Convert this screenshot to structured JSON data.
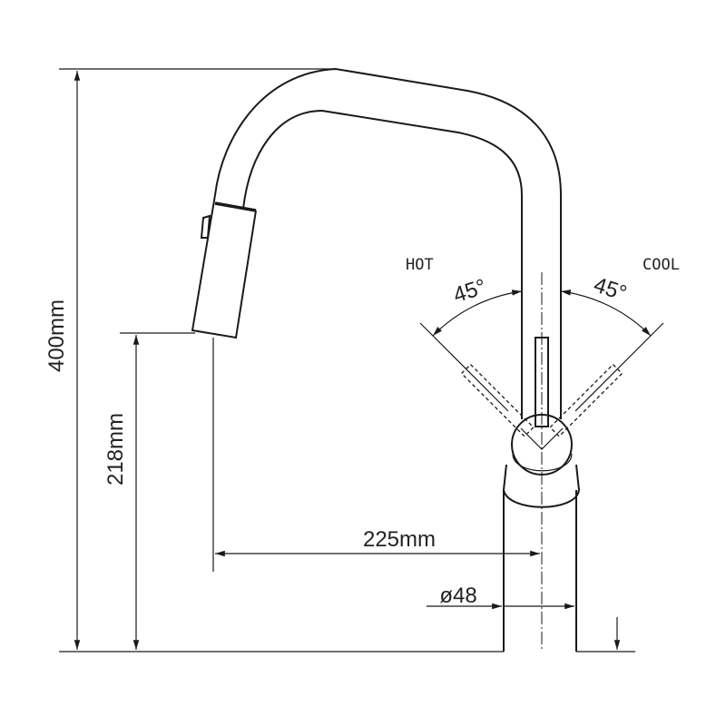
{
  "dimensions": {
    "height_total": "400mm",
    "spout_height": "218mm",
    "reach": "225mm",
    "base_diameter": "ø48"
  },
  "handle": {
    "hot_label": "HOT",
    "cool_label": "COOL",
    "hot_angle": "45°",
    "cool_angle": "45°"
  }
}
